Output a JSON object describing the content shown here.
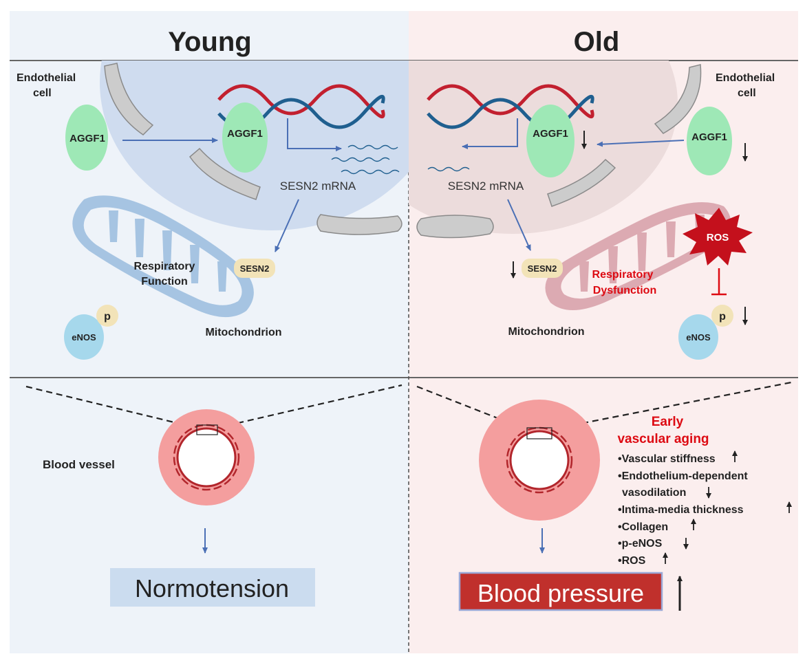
{
  "panels": {
    "young": {
      "title": "Young"
    },
    "old": {
      "title": "Old"
    }
  },
  "young_cell": {
    "endothelial_label_line1": "Endothelial",
    "endothelial_label_line2": "cell",
    "aggf1_cytoplasm": "AGGF1",
    "aggf1_nucleus": "AGGF1",
    "sesn2_mrna": "SESN2 mRNA",
    "respiratory_line1": "Respiratory",
    "respiratory_line2": "Function",
    "sesn2": "SESN2",
    "mitochondrion": "Mitochondrion",
    "enos": "eNOS",
    "phospho": "p"
  },
  "old_cell": {
    "endothelial_label_line1": "Endothelial",
    "endothelial_label_line2": "cell",
    "aggf1_cytoplasm": "AGGF1",
    "aggf1_nucleus": "AGGF1",
    "sesn2_mrna": "SESN2 mRNA",
    "respiratory_line1": "Respiratory",
    "respiratory_line2": "Dysfunction",
    "sesn2": "SESN2",
    "mitochondrion": "Mitochondrion",
    "ros": "ROS",
    "enos": "eNOS",
    "phospho": "p"
  },
  "vessel": {
    "label": "Blood vessel",
    "normotension": "Normotension",
    "blood_pressure": "Blood pressure"
  },
  "aging": {
    "title_line1": "Early",
    "title_line2": "vascular aging",
    "items": [
      "•Vascular stiffness",
      "•Endothelium-dependent",
      "vasodilation",
      "•Intima-media thickness",
      "•Collagen",
      "•p-eNOS",
      "•ROS"
    ]
  },
  "colors": {
    "young_bg": "#eef3f9",
    "old_bg": "#fbeeee",
    "young_cell": "#cfdcef",
    "old_cell": "#ecdcdc",
    "aggf1": "#9ee8b6",
    "enos": "#a6d8ec",
    "sesn2": "#f2e3b8",
    "arrow_blue": "#4a6fb5",
    "dna_red": "#c2202f",
    "dna_blue": "#1f5f8f",
    "accent_red": "#dd0a12",
    "bp_box": "#c0302c",
    "normo_box": "#cbdcef"
  }
}
